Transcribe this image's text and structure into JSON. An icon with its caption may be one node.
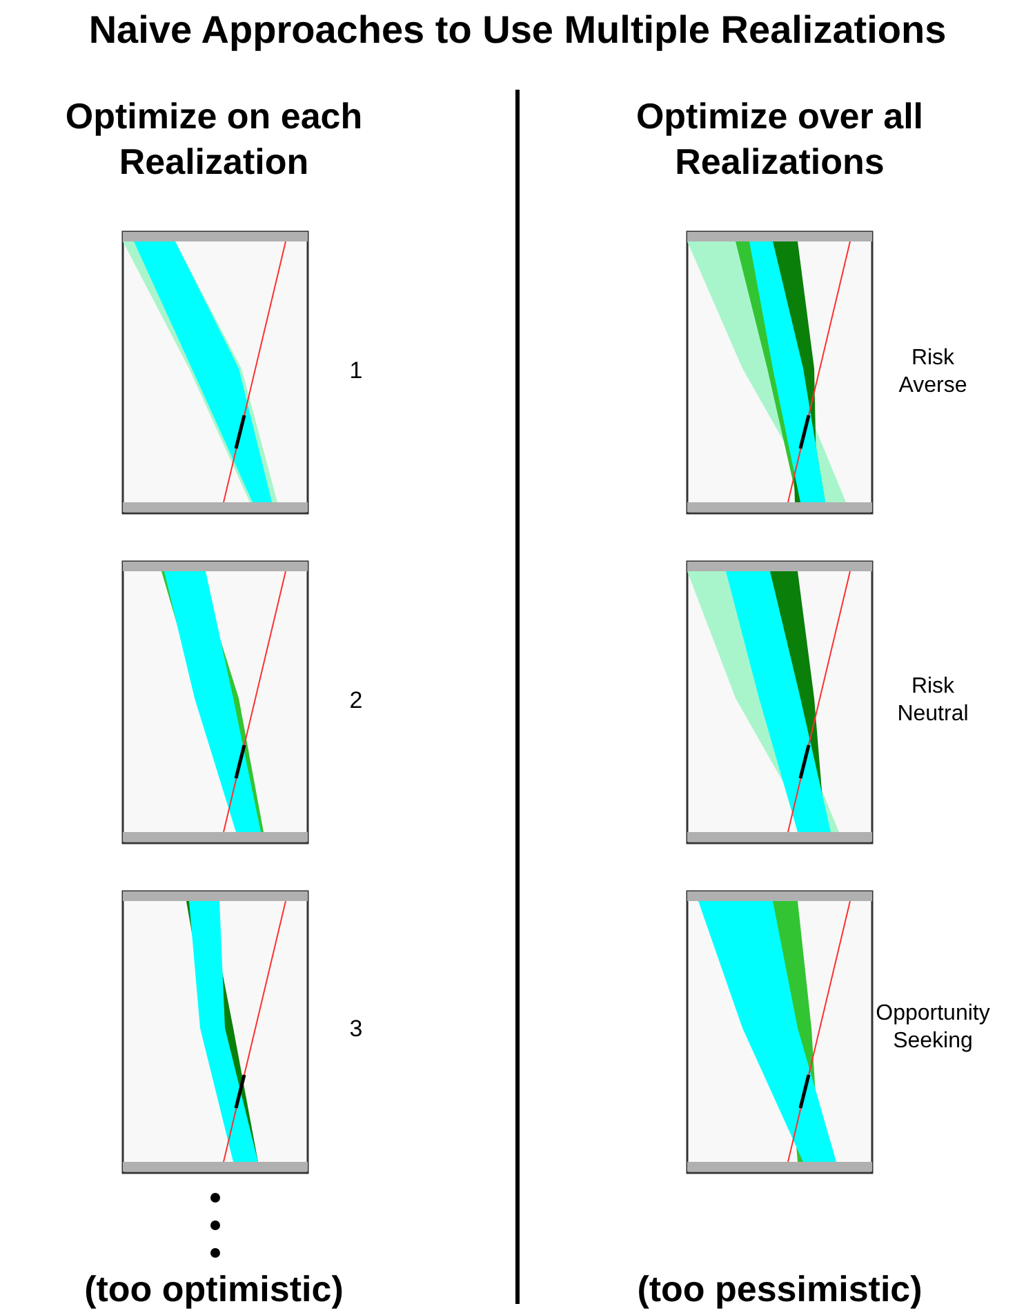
{
  "diagram": {
    "title": "Naive Approaches to Use Multiple Realizations",
    "labels": [
      "Optimize on each Realization",
      "Optimize over all Realizations",
      "1",
      "Risk Averse",
      "2",
      "Risk Neutral",
      "3",
      "Opportunity Seeking",
      "(too optimistic)",
      "(too pessimistic)"
    ]
  }
}
